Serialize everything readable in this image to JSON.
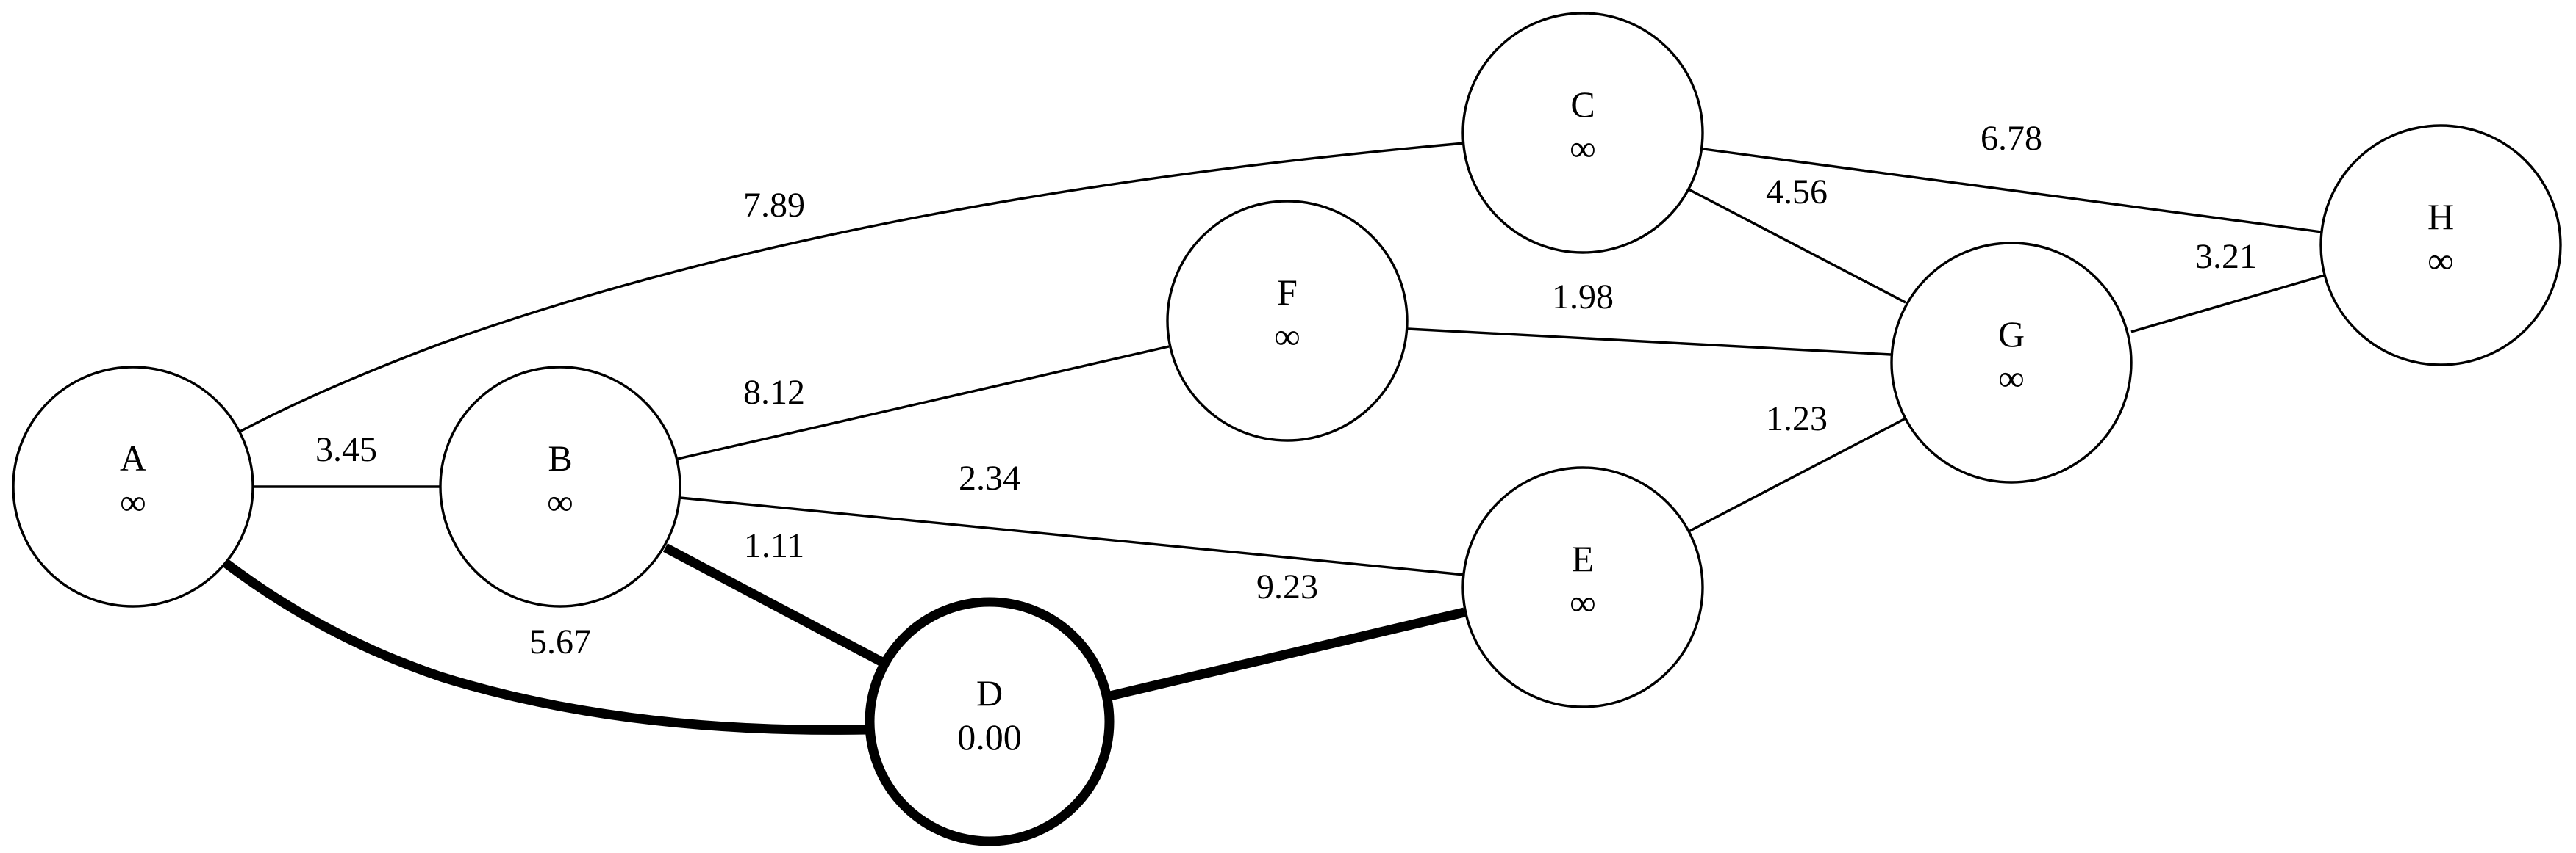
{
  "graph": {
    "nodes": [
      {
        "id": "A",
        "name": "A",
        "distance": "∞"
      },
      {
        "id": "B",
        "name": "B",
        "distance": "∞"
      },
      {
        "id": "C",
        "name": "C",
        "distance": "∞"
      },
      {
        "id": "D",
        "name": "D",
        "distance": "0.00",
        "highlighted": true
      },
      {
        "id": "E",
        "name": "E",
        "distance": "∞"
      },
      {
        "id": "F",
        "name": "F",
        "distance": "∞"
      },
      {
        "id": "G",
        "name": "G",
        "distance": "∞"
      },
      {
        "id": "H",
        "name": "H",
        "distance": "∞"
      }
    ],
    "edges": [
      {
        "from": "A",
        "to": "B",
        "weight": "3.45",
        "bold": false
      },
      {
        "from": "A",
        "to": "C",
        "weight": "7.89",
        "bold": false
      },
      {
        "from": "A",
        "to": "D",
        "weight": "5.67",
        "bold": true
      },
      {
        "from": "B",
        "to": "F",
        "weight": "8.12",
        "bold": false
      },
      {
        "from": "B",
        "to": "E",
        "weight": "2.34",
        "bold": false
      },
      {
        "from": "B",
        "to": "D",
        "weight": "1.11",
        "bold": true
      },
      {
        "from": "D",
        "to": "E",
        "weight": "9.23",
        "bold": true
      },
      {
        "from": "C",
        "to": "H",
        "weight": "6.78",
        "bold": false
      },
      {
        "from": "C",
        "to": "G",
        "weight": "4.56",
        "bold": false
      },
      {
        "from": "F",
        "to": "G",
        "weight": "1.98",
        "bold": false
      },
      {
        "from": "E",
        "to": "G",
        "weight": "1.23",
        "bold": false
      },
      {
        "from": "G",
        "to": "H",
        "weight": "3.21",
        "bold": false
      }
    ],
    "colors": {
      "highlight_fill": "#7ccfcc",
      "node_fill": "#ffffff",
      "stroke": "#000000"
    }
  }
}
